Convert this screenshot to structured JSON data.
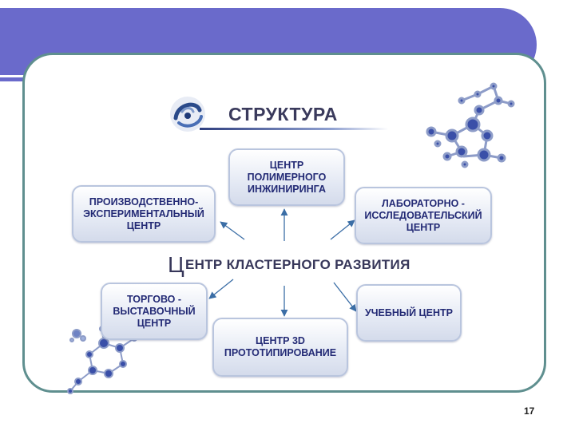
{
  "slide": {
    "title": "СТРУКТУРА",
    "center_first_letter": "Ц",
    "center_rest": "ЕНТР КЛАСТЕРНОГО РАЗВИТИЯ",
    "page_number": "17"
  },
  "boxes": {
    "polymer": "ЦЕНТР\nПОЛИМЕРНОГО\nИНЖИНИРИНГА",
    "production": "ПРОИЗВОДСТВЕННО-\nЭКСПЕРИМЕНТАЛЬНЫЙ\nЦЕНТР",
    "lab": "ЛАБОРАТОРНО -\nИССЛЕДОВАТЕЛЬСКИЙ\nЦЕНТР",
    "trade": "ТОРГОВО -\nВЫСТАВОЧНЫЙ\nЦЕНТР",
    "education": "УЧЕБНЫЙ ЦЕНТР",
    "prototyping": "ЦЕНТР 3D\nПРОТОТИПИРОВАНИЕ"
  },
  "colors": {
    "header": "#6a6acb",
    "frame": "#5f8f8f",
    "box_text": "#232a75",
    "arrow": "#3b6ea6",
    "molecule": "#3a4fa8"
  },
  "icons": {
    "logo": "swirl-logo-icon",
    "molecules": "molecule-decoration-icon"
  }
}
